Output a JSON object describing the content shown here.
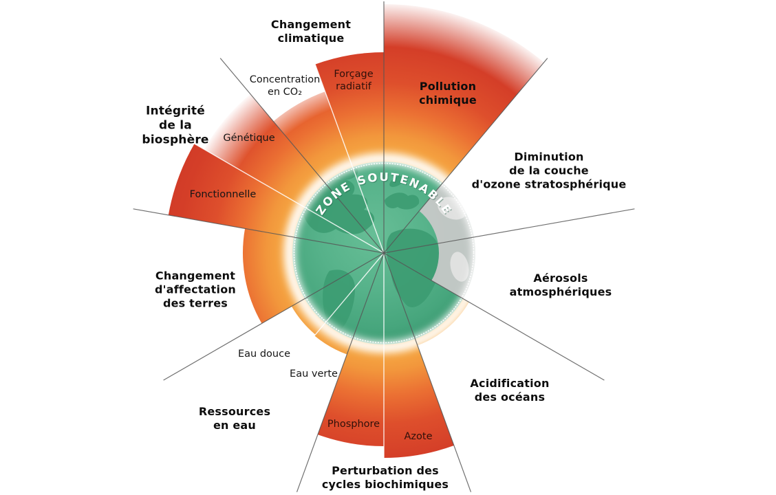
{
  "diagram": {
    "center_label": "ZONE SOUTENABLE",
    "colors": {
      "safe_green": "#4FAE84",
      "uncertainty_orange": "#F7AF46",
      "transgression_red": "#CC3725",
      "unquantified_gray": "#C9C9C9"
    },
    "sectors": {
      "climate": {
        "label": "Changement\nclimatique",
        "sub_co2": "Concentration\nen CO₂",
        "sub_forcing": "Forçage\nradiatif"
      },
      "chemical": {
        "label": "Pollution\nchimique"
      },
      "ozone": {
        "label": "Diminution\nde la couche\nd'ozone stratosphérique"
      },
      "aerosols": {
        "label": "Aérosols\natmosphériques"
      },
      "ocean": {
        "label": "Acidification\ndes océans"
      },
      "biochemical": {
        "label": "Perturbation des\ncycles biochimiques",
        "sub_phosphorus": "Phosphore",
        "sub_nitrogen": "Azote"
      },
      "water": {
        "label": "Ressources\nen eau",
        "sub_freshwater": "Eau douce",
        "sub_greenwater": "Eau verte"
      },
      "land": {
        "label": "Changement\nd'affectation\ndes terres"
      },
      "biosphere": {
        "label": "Intégrité\nde la\nbiosphère",
        "sub_genetic": "Génétique",
        "sub_functional": "Fonctionnelle"
      }
    }
  }
}
